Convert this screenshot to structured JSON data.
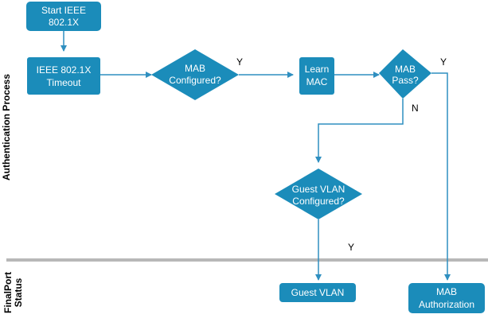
{
  "colors": {
    "node": "#1b8cba",
    "arrow": "#2f8fc0",
    "divider": "#b8b8b8",
    "text_on_node": "#ffffff"
  },
  "lanes": {
    "authentication": "Authentication Process",
    "final_line1": "FinalPort",
    "final_line2": "Status"
  },
  "nodes": {
    "start": {
      "line1": "Start IEEE",
      "line2": "802.1X"
    },
    "timeout": {
      "line1": "IEEE 802.1X",
      "line2": "Timeout"
    },
    "mab_configured": {
      "line1": "MAB",
      "line2": "Configured?"
    },
    "learn_mac": {
      "line1": "Learn",
      "line2": "MAC"
    },
    "mab_pass": {
      "line1": "MAB",
      "line2": "Pass?"
    },
    "guest_vlan_configured": {
      "line1": "Guest VLAN",
      "line2": "Configured?"
    },
    "guest_vlan": {
      "label": "Guest VLAN"
    },
    "mab_authorization": {
      "line1": "MAB",
      "line2": "Authorization"
    }
  },
  "edges": {
    "mab_configured_yes": "Y",
    "mab_pass_yes": "Y",
    "mab_pass_no": "N",
    "guest_vlan_yes": "Y"
  }
}
